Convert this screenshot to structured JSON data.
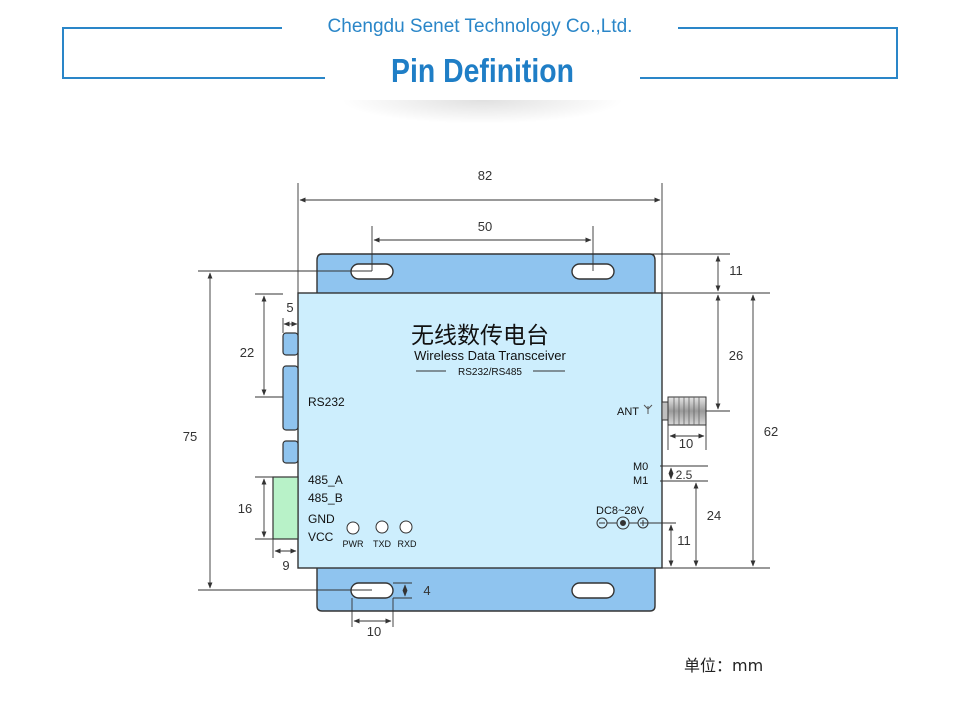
{
  "header": {
    "company": "Chengdu Senet Technology Co.,Ltd.",
    "title": "Pin Definition"
  },
  "device": {
    "title_cn": "无线数传电台",
    "title_en": "Wireless Data Transceiver",
    "subtitle": "RS232/RS485",
    "rs232_label": "RS232",
    "ant_label": "ANT",
    "terminal_labels": [
      "485_A",
      "485_B",
      "GND",
      "VCC"
    ],
    "led_labels": [
      "PWR",
      "TXD",
      "RXD"
    ],
    "mode_labels": [
      "M0",
      "M1"
    ],
    "power_label": "DC8~28V",
    "colors": {
      "body": "#cdeefd",
      "plate": "#8fc4ef",
      "outline": "#333333"
    }
  },
  "dimensions": {
    "overall_width": "82",
    "hole_spacing": "50",
    "top_to_ant_gap": "11",
    "ant_offset": "26",
    "ant_length": "10",
    "body_height": "62",
    "mode_pitch": "2.5",
    "power_offset": "24",
    "power_bottom": "11",
    "overall_height": "75",
    "db9_height": "22",
    "db9_depth": "5",
    "terminal_height": "16",
    "terminal_depth": "9",
    "slot_height": "4",
    "slot_width": "10"
  },
  "unit_note": "单位：mm"
}
